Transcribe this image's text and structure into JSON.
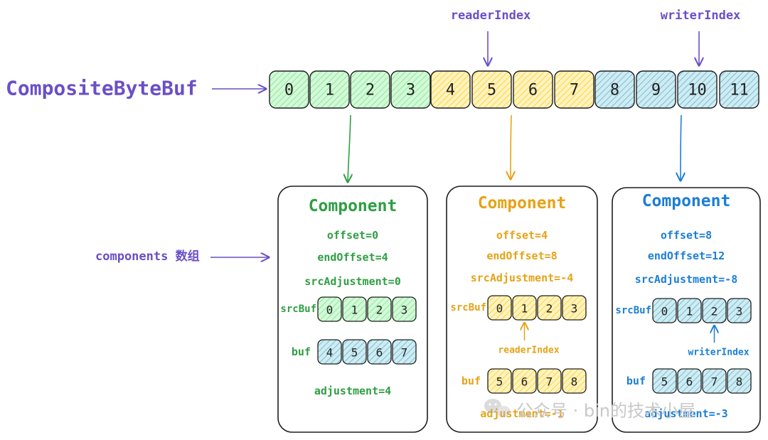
{
  "colors": {
    "purple": "#6a4fc7",
    "green": "#2f9e44",
    "orange": "#e6a317",
    "blue": "#1c7ed6",
    "cell_green": "#b2f2bb",
    "cell_orange": "#ffec99",
    "cell_blue": "#a5d8e6",
    "stroke": "#1e1e1e"
  },
  "title": "CompositeByteBuf",
  "reader_index_label": "readerIndex",
  "writer_index_label": "writerIndex",
  "components_label": "components 数组",
  "main_cells": [
    "0",
    "1",
    "2",
    "3",
    "4",
    "5",
    "6",
    "7",
    "8",
    "9",
    "10",
    "11"
  ],
  "components": [
    {
      "title": "Component",
      "offset": "offset=0",
      "end_offset": "endOffset=4",
      "src_adjustment": "srcAdjustment=0",
      "src_buf_label": "srcBuf",
      "src_buf_cells": [
        "0",
        "1",
        "2",
        "3"
      ],
      "buf_label": "buf",
      "buf_cells": [
        "4",
        "5",
        "6",
        "7"
      ],
      "adjustment": "adjustment=4",
      "pointer_label": ""
    },
    {
      "title": "Component",
      "offset": "offset=4",
      "end_offset": "endOffset=8",
      "src_adjustment": "srcAdjustment=-4",
      "src_buf_label": "srcBuf",
      "src_buf_cells": [
        "0",
        "1",
        "2",
        "3"
      ],
      "buf_label": "buf",
      "buf_cells": [
        "5",
        "6",
        "7",
        "8"
      ],
      "adjustment": "adjustment=-1",
      "pointer_label": "readerIndex"
    },
    {
      "title": "Component",
      "offset": "offset=8",
      "end_offset": "endOffset=12",
      "src_adjustment": "srcAdjustment=-8",
      "src_buf_label": "srcBuf",
      "src_buf_cells": [
        "0",
        "1",
        "2",
        "3"
      ],
      "buf_label": "buf",
      "buf_cells": [
        "5",
        "6",
        "7",
        "8"
      ],
      "adjustment": "adjustment=-3",
      "pointer_label": "writerIndex"
    }
  ],
  "watermark": "公众号 · bin的技术小屋"
}
